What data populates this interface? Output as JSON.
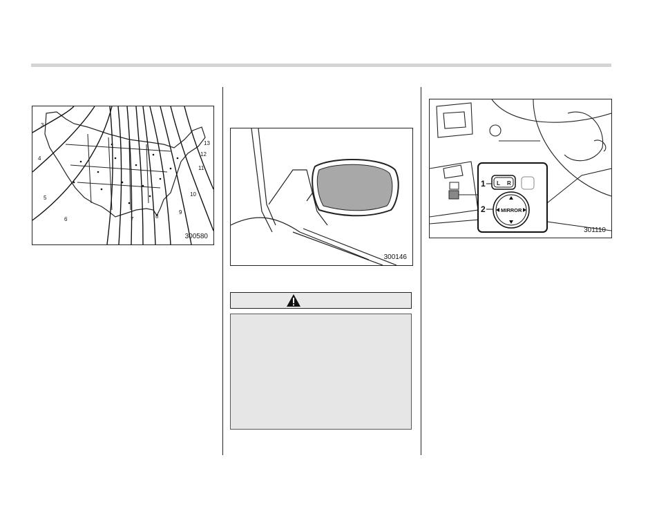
{
  "figures": {
    "map": {
      "code": "300580",
      "zone_labels": [
        "3",
        "4",
        "5",
        "6",
        "7",
        "8",
        "9",
        "10",
        "11",
        "12",
        "13"
      ]
    },
    "mirror": {
      "code": "300146"
    },
    "switch": {
      "code": "301110",
      "callouts": [
        "1",
        "2"
      ],
      "lr_left": "L",
      "lr_right": "R",
      "mirror_label": "MIRROR"
    }
  },
  "warning": {
    "icon": "warning-triangle-icon"
  }
}
